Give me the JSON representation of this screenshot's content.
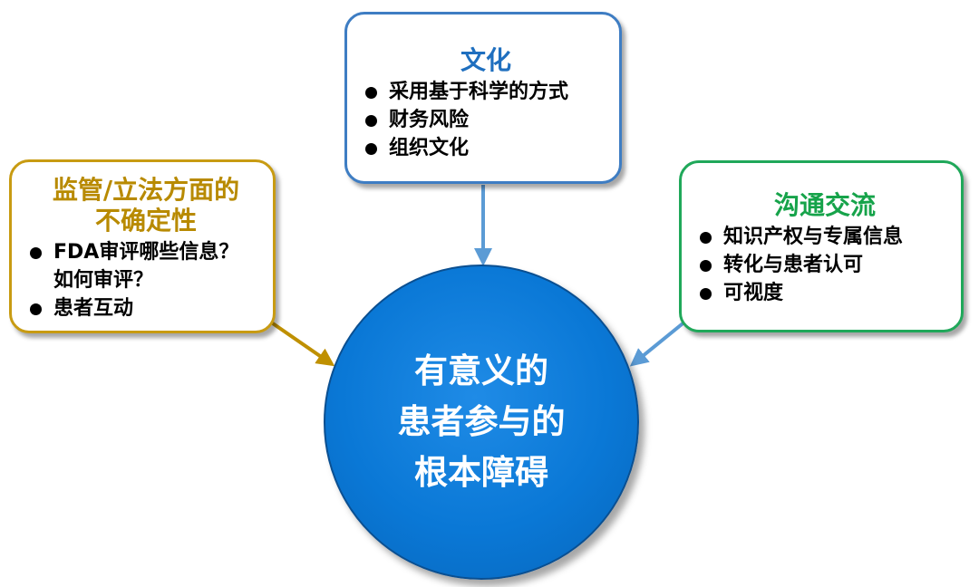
{
  "center": {
    "lines": [
      "有意义的",
      "患者参与的",
      "根本障碍"
    ]
  },
  "culture": {
    "title": "文化",
    "items": [
      "采用基于科学的方式",
      "财务风险",
      "组织文化"
    ]
  },
  "regulatory": {
    "title_lines": [
      "监管/立法方面的",
      "不确定性"
    ],
    "items": [
      "FDA审评哪些信息？\n如何审评？",
      "患者互动"
    ]
  },
  "communication": {
    "title": "沟通交流",
    "items": [
      "知识产权与专属信息",
      "转化与患者认可",
      "可视度"
    ]
  },
  "colors": {
    "center_fill": "#0a78d6",
    "culture_accent": "#1f6fbf",
    "regulatory_accent": "#b88a00",
    "communication_accent": "#16a34a",
    "blue_arrow": "#5b9bd5",
    "gold_arrow": "#bf9000"
  }
}
